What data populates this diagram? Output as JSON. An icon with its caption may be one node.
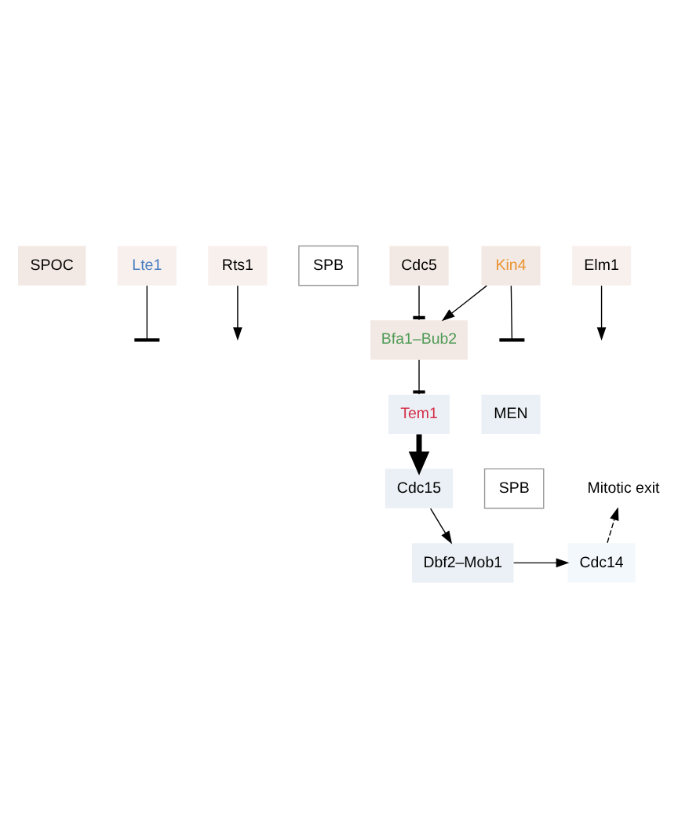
{
  "diagram": {
    "nodes": [
      {
        "text": [
          "SPOC"
        ]
      },
      {
        "text": [
          "Lte1"
        ]
      },
      {
        "text": [
          "Rts1"
        ]
      },
      {
        "text": [
          "SPB"
        ]
      },
      {
        "text": [
          "Cdc5"
        ]
      },
      {
        "text": [
          "Kin4"
        ]
      },
      {
        "text": [
          "Elm1"
        ]
      },
      {
        "text": [
          "Bfa1–Bub2"
        ]
      },
      {
        "text": [
          "MEN"
        ]
      },
      {
        "text": [
          "Tem1"
        ]
      },
      {
        "text": [
          "SPB"
        ]
      },
      {
        "text": [
          "Mitotic exit"
        ]
      },
      {
        "text": [
          "Cdc15"
        ]
      },
      {
        "text": [
          "Dbf2–Mob1"
        ]
      },
      {
        "text": [
          "Cdc14"
        ]
      }
    ],
    "edges": [
      {
        "from": 1,
        "to": null,
        "arrow": "other"
      },
      {
        "from": 2,
        "to": null,
        "arrow": "to"
      },
      {
        "from": 4,
        "to": 7,
        "arrow": "other"
      },
      {
        "from": 5,
        "to": null,
        "arrow": "other"
      },
      {
        "from": 5,
        "to": 7,
        "arrow": "to"
      },
      {
        "from": 6,
        "to": null,
        "arrow": "to"
      },
      {
        "from": 7,
        "to": 9,
        "arrow": "other"
      },
      {
        "from": 9,
        "to": 12,
        "arrow": "to",
        "style": "thick"
      },
      {
        "from": 12,
        "to": 13,
        "arrow": "to"
      },
      {
        "from": 13,
        "to": 14,
        "arrow": "to"
      },
      {
        "from": 14,
        "to": 11,
        "arrow": "to",
        "style": "dashed"
      }
    ]
  }
}
